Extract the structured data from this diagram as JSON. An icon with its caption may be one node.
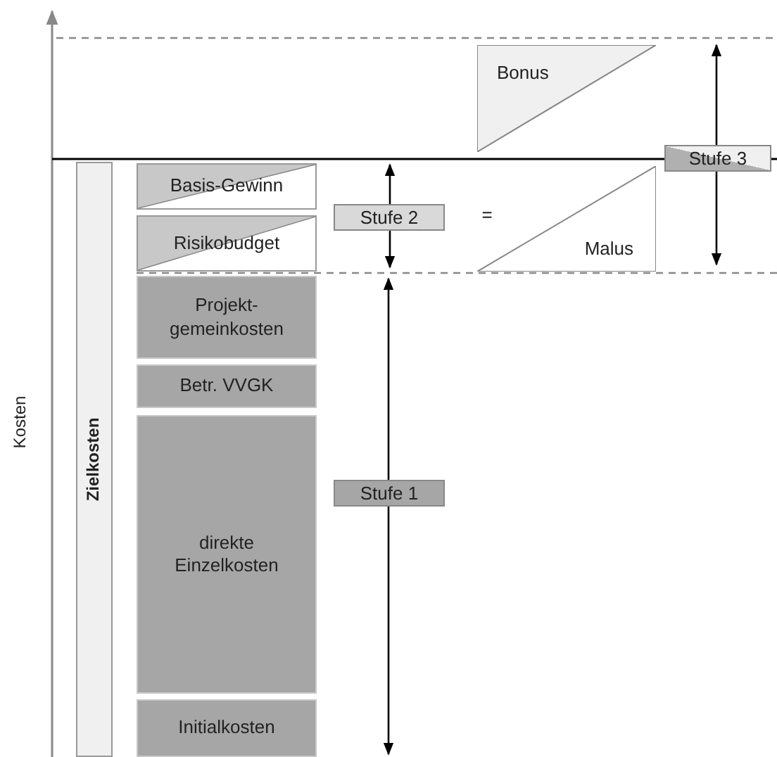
{
  "diagram": {
    "nodes": [
      {
        "text": [
          "Zielkosten"
        ]
      },
      {
        "text": [
          "Basis-Gewinn"
        ]
      },
      {
        "text": [
          "Risikobudget"
        ]
      },
      {
        "text": [
          "Projekt- gemeinkosten"
        ]
      },
      {
        "text": [
          "Betr. VVGK"
        ]
      },
      {
        "text": [
          "direkte Einzelkosten"
        ]
      },
      {
        "text": [
          "Initialkosten"
        ]
      },
      {
        "text": [
          "Bonus"
        ]
      },
      {
        "text": [
          "Malus"
        ]
      }
    ],
    "labels": [
      "Stufe 3",
      "Stufe 2",
      "=",
      "Kosten",
      "Stufe 1"
    ]
  }
}
